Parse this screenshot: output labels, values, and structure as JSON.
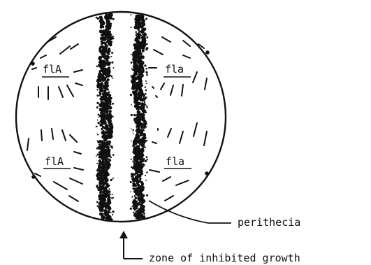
{
  "strain_labels": {
    "top_left": "flA",
    "top_right": "fla",
    "bottom_left": "flA",
    "bottom_right": "fla"
  },
  "annotations": {
    "perithecia": "perithecia",
    "zone": "zone of inhibited growth"
  }
}
